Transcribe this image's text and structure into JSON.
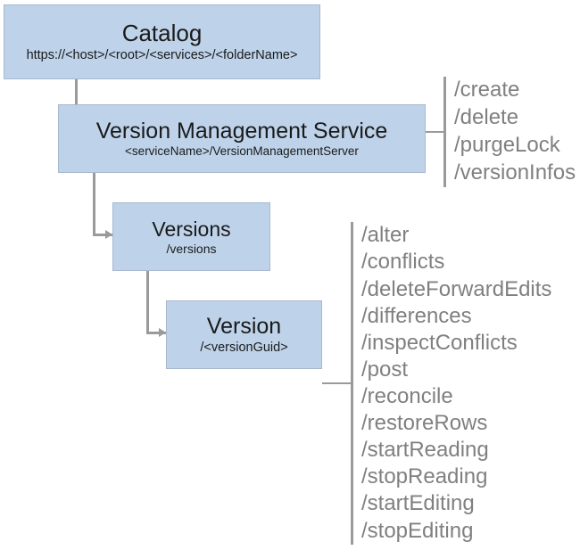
{
  "diagram": {
    "type": "hierarchy-tree",
    "nodes": {
      "catalog": {
        "title": "Catalog",
        "subtitle": "https://<host>/<root>/<services>/<folderName>"
      },
      "version_management_service": {
        "title": "Version Management Service",
        "subtitle": "<serviceName>/VersionManagementServer"
      },
      "versions": {
        "title": "Versions",
        "subtitle": "/versions"
      },
      "version": {
        "title": "Version",
        "subtitle": "/<versionGuid>"
      }
    },
    "operations": {
      "version_management_service": [
        "/create",
        "/delete",
        "/purgeLock",
        "/versionInfos"
      ],
      "version": [
        "/alter",
        "/conflicts",
        "/deleteForwardEdits",
        "/differences",
        "/inspectConflicts",
        "/post",
        "/reconcile",
        "/restoreRows",
        "/startReading",
        "/stopReading",
        "/startEditing",
        "/stopEditing"
      ]
    },
    "colors": {
      "node_fill": "#bed3ea",
      "node_border": "#a9b8cc",
      "node_text": "#1a1a1a",
      "connector": "#9a9a9a",
      "operation_text": "#808080",
      "background": "#ffffff"
    }
  }
}
